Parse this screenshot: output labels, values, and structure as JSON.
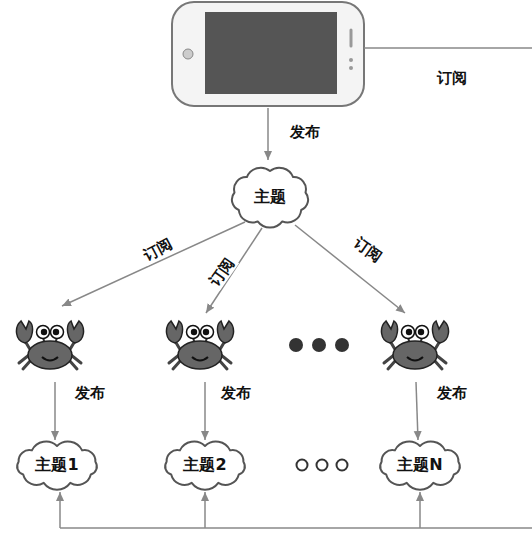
{
  "diagram": {
    "nodes": [
      {
        "text": [
          "主题"
        ]
      },
      {
        "text": [
          "主题1"
        ]
      },
      {
        "text": [
          "主题2"
        ]
      },
      {
        "text": [
          "主题N"
        ]
      }
    ],
    "labels": [
      "订阅",
      "发布",
      "订阅",
      "订阅",
      "订阅",
      "发布",
      "发布",
      "发布"
    ]
  }
}
